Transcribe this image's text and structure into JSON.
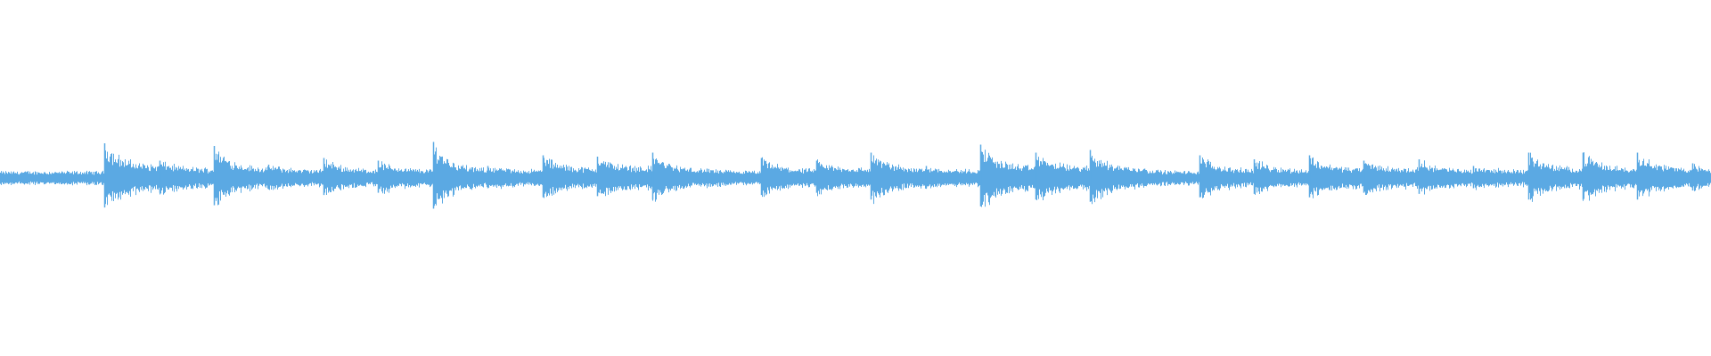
{
  "waveform": {
    "color": "#5ba9e3",
    "baseline_amplitude": 0.05,
    "onsets": [
      {
        "time": 0.061,
        "peak": 0.26,
        "tail": 0.09
      },
      {
        "time": 0.093,
        "peak": 0.13,
        "tail": 0.07
      },
      {
        "time": 0.125,
        "peak": 0.24,
        "tail": 0.07
      },
      {
        "time": 0.157,
        "peak": 0.1,
        "tail": 0.06
      },
      {
        "time": 0.189,
        "peak": 0.15,
        "tail": 0.06
      },
      {
        "time": 0.221,
        "peak": 0.13,
        "tail": 0.06
      },
      {
        "time": 0.253,
        "peak": 0.27,
        "tail": 0.06
      },
      {
        "time": 0.285,
        "peak": 0.09,
        "tail": 0.06
      },
      {
        "time": 0.317,
        "peak": 0.17,
        "tail": 0.07
      },
      {
        "time": 0.349,
        "peak": 0.16,
        "tail": 0.08
      },
      {
        "time": 0.381,
        "peak": 0.19,
        "tail": 0.06
      },
      {
        "time": 0.413,
        "peak": 0.07,
        "tail": 0.05
      },
      {
        "time": 0.445,
        "peak": 0.15,
        "tail": 0.06
      },
      {
        "time": 0.477,
        "peak": 0.13,
        "tail": 0.07
      },
      {
        "time": 0.509,
        "peak": 0.19,
        "tail": 0.07
      },
      {
        "time": 0.541,
        "peak": 0.09,
        "tail": 0.06
      },
      {
        "time": 0.573,
        "peak": 0.25,
        "tail": 0.08
      },
      {
        "time": 0.605,
        "peak": 0.19,
        "tail": 0.08
      },
      {
        "time": 0.637,
        "peak": 0.21,
        "tail": 0.07
      },
      {
        "time": 0.669,
        "peak": 0.07,
        "tail": 0.05
      },
      {
        "time": 0.701,
        "peak": 0.17,
        "tail": 0.06
      },
      {
        "time": 0.733,
        "peak": 0.14,
        "tail": 0.06
      },
      {
        "time": 0.765,
        "peak": 0.17,
        "tail": 0.07
      },
      {
        "time": 0.797,
        "peak": 0.13,
        "tail": 0.07
      },
      {
        "time": 0.829,
        "peak": 0.14,
        "tail": 0.06
      },
      {
        "time": 0.861,
        "peak": 0.09,
        "tail": 0.06
      },
      {
        "time": 0.893,
        "peak": 0.19,
        "tail": 0.07
      },
      {
        "time": 0.925,
        "peak": 0.19,
        "tail": 0.07
      },
      {
        "time": 0.957,
        "peak": 0.19,
        "tail": 0.07
      },
      {
        "time": 0.989,
        "peak": 0.11,
        "tail": 0.07
      }
    ]
  }
}
